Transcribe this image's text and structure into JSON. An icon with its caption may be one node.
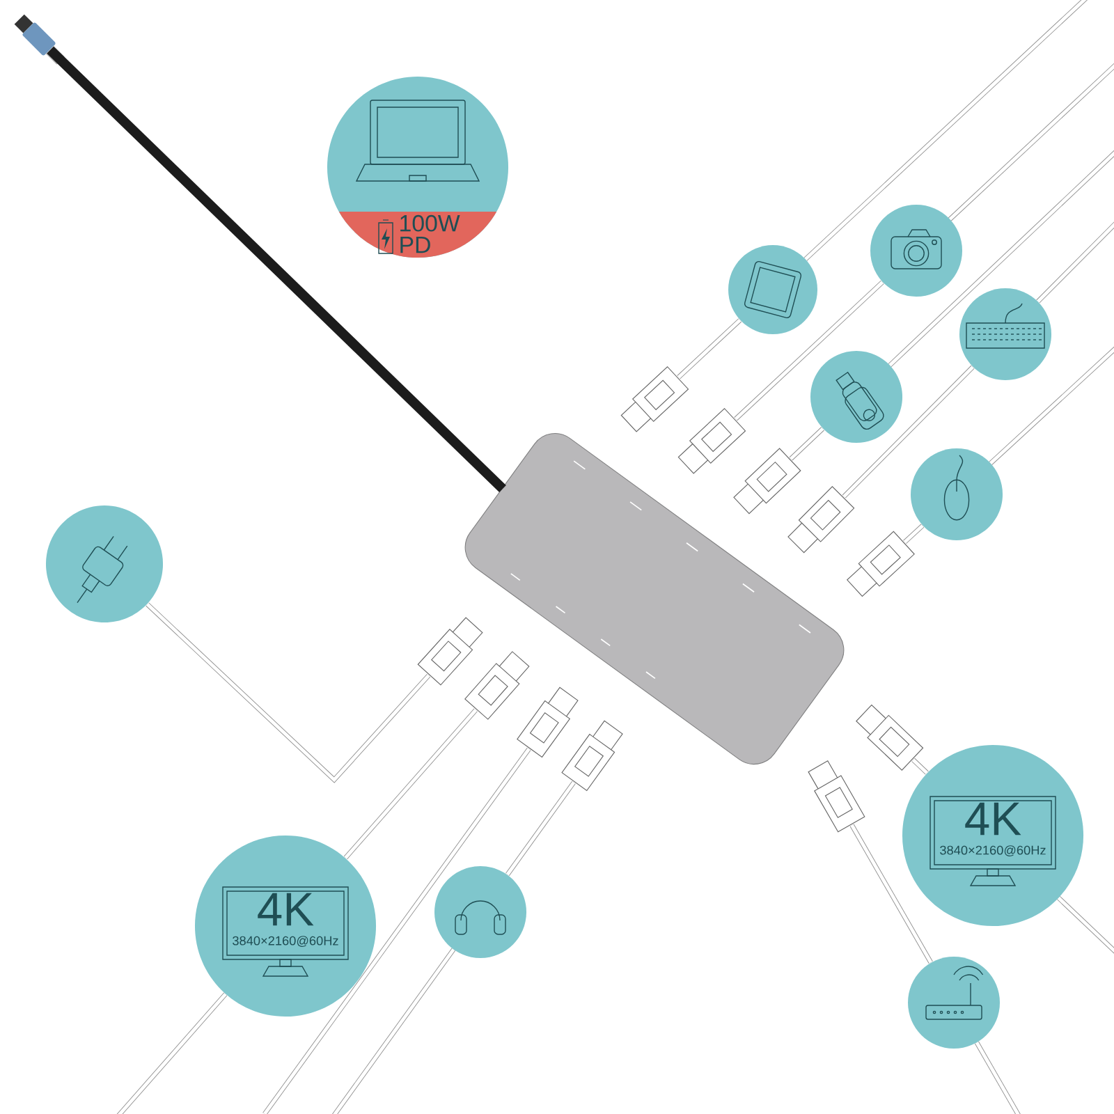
{
  "diagram": {
    "nodes": [
      {
        "text": [],
        "shape": "box"
      },
      {
        "text": [
          "100W PD"
        ]
      },
      {
        "text": [],
        "shape": "circle"
      },
      {
        "text": [],
        "shape": "circle"
      },
      {
        "text": [],
        "shape": "circle"
      },
      {
        "text": [],
        "shape": "circle"
      },
      {
        "text": [],
        "shape": "circle"
      },
      {
        "text": [],
        "shape": "circle"
      },
      {
        "text": [
          "4K",
          "3840×2160@60Hz"
        ]
      },
      {
        "text": [],
        "shape": "circle"
      },
      {
        "text": [
          "4K",
          "3840×2160@60Hz"
        ]
      },
      {
        "text": [],
        "shape": "circle"
      },
      {
        "text": [],
        "shape": "picture"
      },
      {
        "text": [],
        "shape": "picture"
      },
      {
        "text": [],
        "shape": "picture"
      },
      {
        "text": [],
        "shape": "picture"
      },
      {
        "text": [],
        "shape": "picture"
      },
      {
        "text": [],
        "shape": "picture"
      },
      {
        "text": [],
        "shape": "picture"
      },
      {
        "text": [],
        "shape": "picture"
      },
      {
        "text": [],
        "shape": "picture"
      },
      {
        "text": [],
        "shape": "picture"
      },
      {
        "text": [],
        "shape": "picture"
      },
      {
        "text": [],
        "shape": "picture"
      }
    ],
    "edges": [
      {
        "from": 0,
        "to": 12,
        "arrow": "none",
        "style": "thick",
        "color": "#1c1c1c"
      },
      {
        "from": 13,
        "to": 2,
        "arrow": "none"
      },
      {
        "from": 14,
        "to": 3,
        "arrow": "none"
      },
      {
        "from": 15,
        "to": 4,
        "arrow": "none"
      },
      {
        "from": 16,
        "to": 5,
        "arrow": "none"
      },
      {
        "from": 17,
        "to": 6,
        "arrow": "none"
      },
      {
        "from": 18,
        "to": 7,
        "arrow": "none"
      },
      {
        "from": 19,
        "to": 8,
        "arrow": "none"
      },
      {
        "from": 20,
        "to": null,
        "arrow": "none"
      },
      {
        "from": 21,
        "to": 9,
        "arrow": "none"
      },
      {
        "from": 22,
        "to": 10,
        "arrow": "none"
      },
      {
        "from": 23,
        "to": 11,
        "arrow": "none"
      }
    ]
  }
}
